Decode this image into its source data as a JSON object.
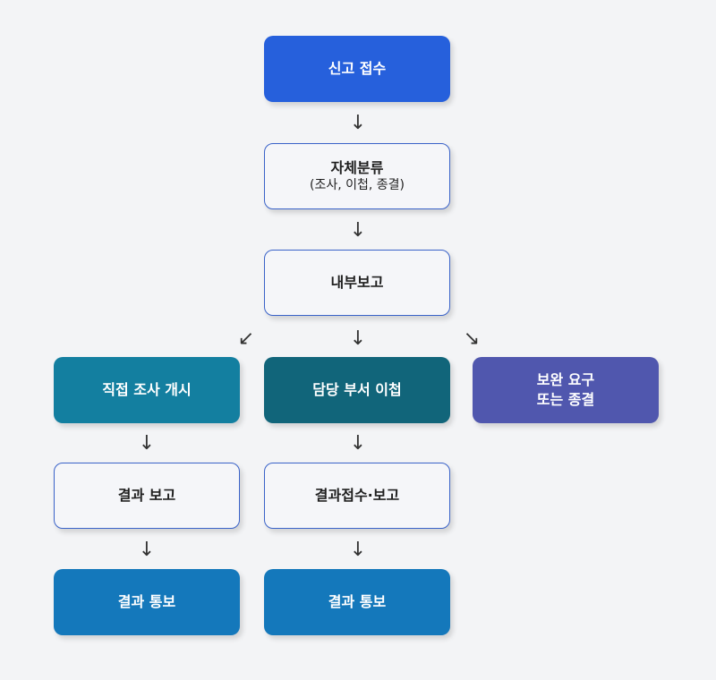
{
  "nodes": {
    "report_received": {
      "label": "신고 접수",
      "color": "#2660dc"
    },
    "self_classification": {
      "label": "자체분류",
      "sub": "(조사, 이첩, 종결)"
    },
    "internal_report": {
      "label": "내부보고"
    },
    "direct_investigation": {
      "label": "직접 조사 개시",
      "color": "#137fa0"
    },
    "transfer_department": {
      "label": "담당 부서 이첩",
      "color": "#11657a"
    },
    "supplement_request": {
      "line1": "보완 요구",
      "line2": "또는 종결",
      "color": "#5057ae"
    },
    "result_report": {
      "label": "결과 보고"
    },
    "result_receive_report": {
      "label": "결과접수·보고"
    },
    "result_notice_left": {
      "label": "결과 통보",
      "color": "#1478bb"
    },
    "result_notice_center": {
      "label": "결과 통보",
      "color": "#1478bb"
    }
  },
  "arrows": {
    "down": "↓",
    "down_left": "↙",
    "down_right": "↘"
  },
  "colors": {
    "background": "#f3f4f6",
    "outline_border": "#3a63c9",
    "arrow": "#333333"
  }
}
